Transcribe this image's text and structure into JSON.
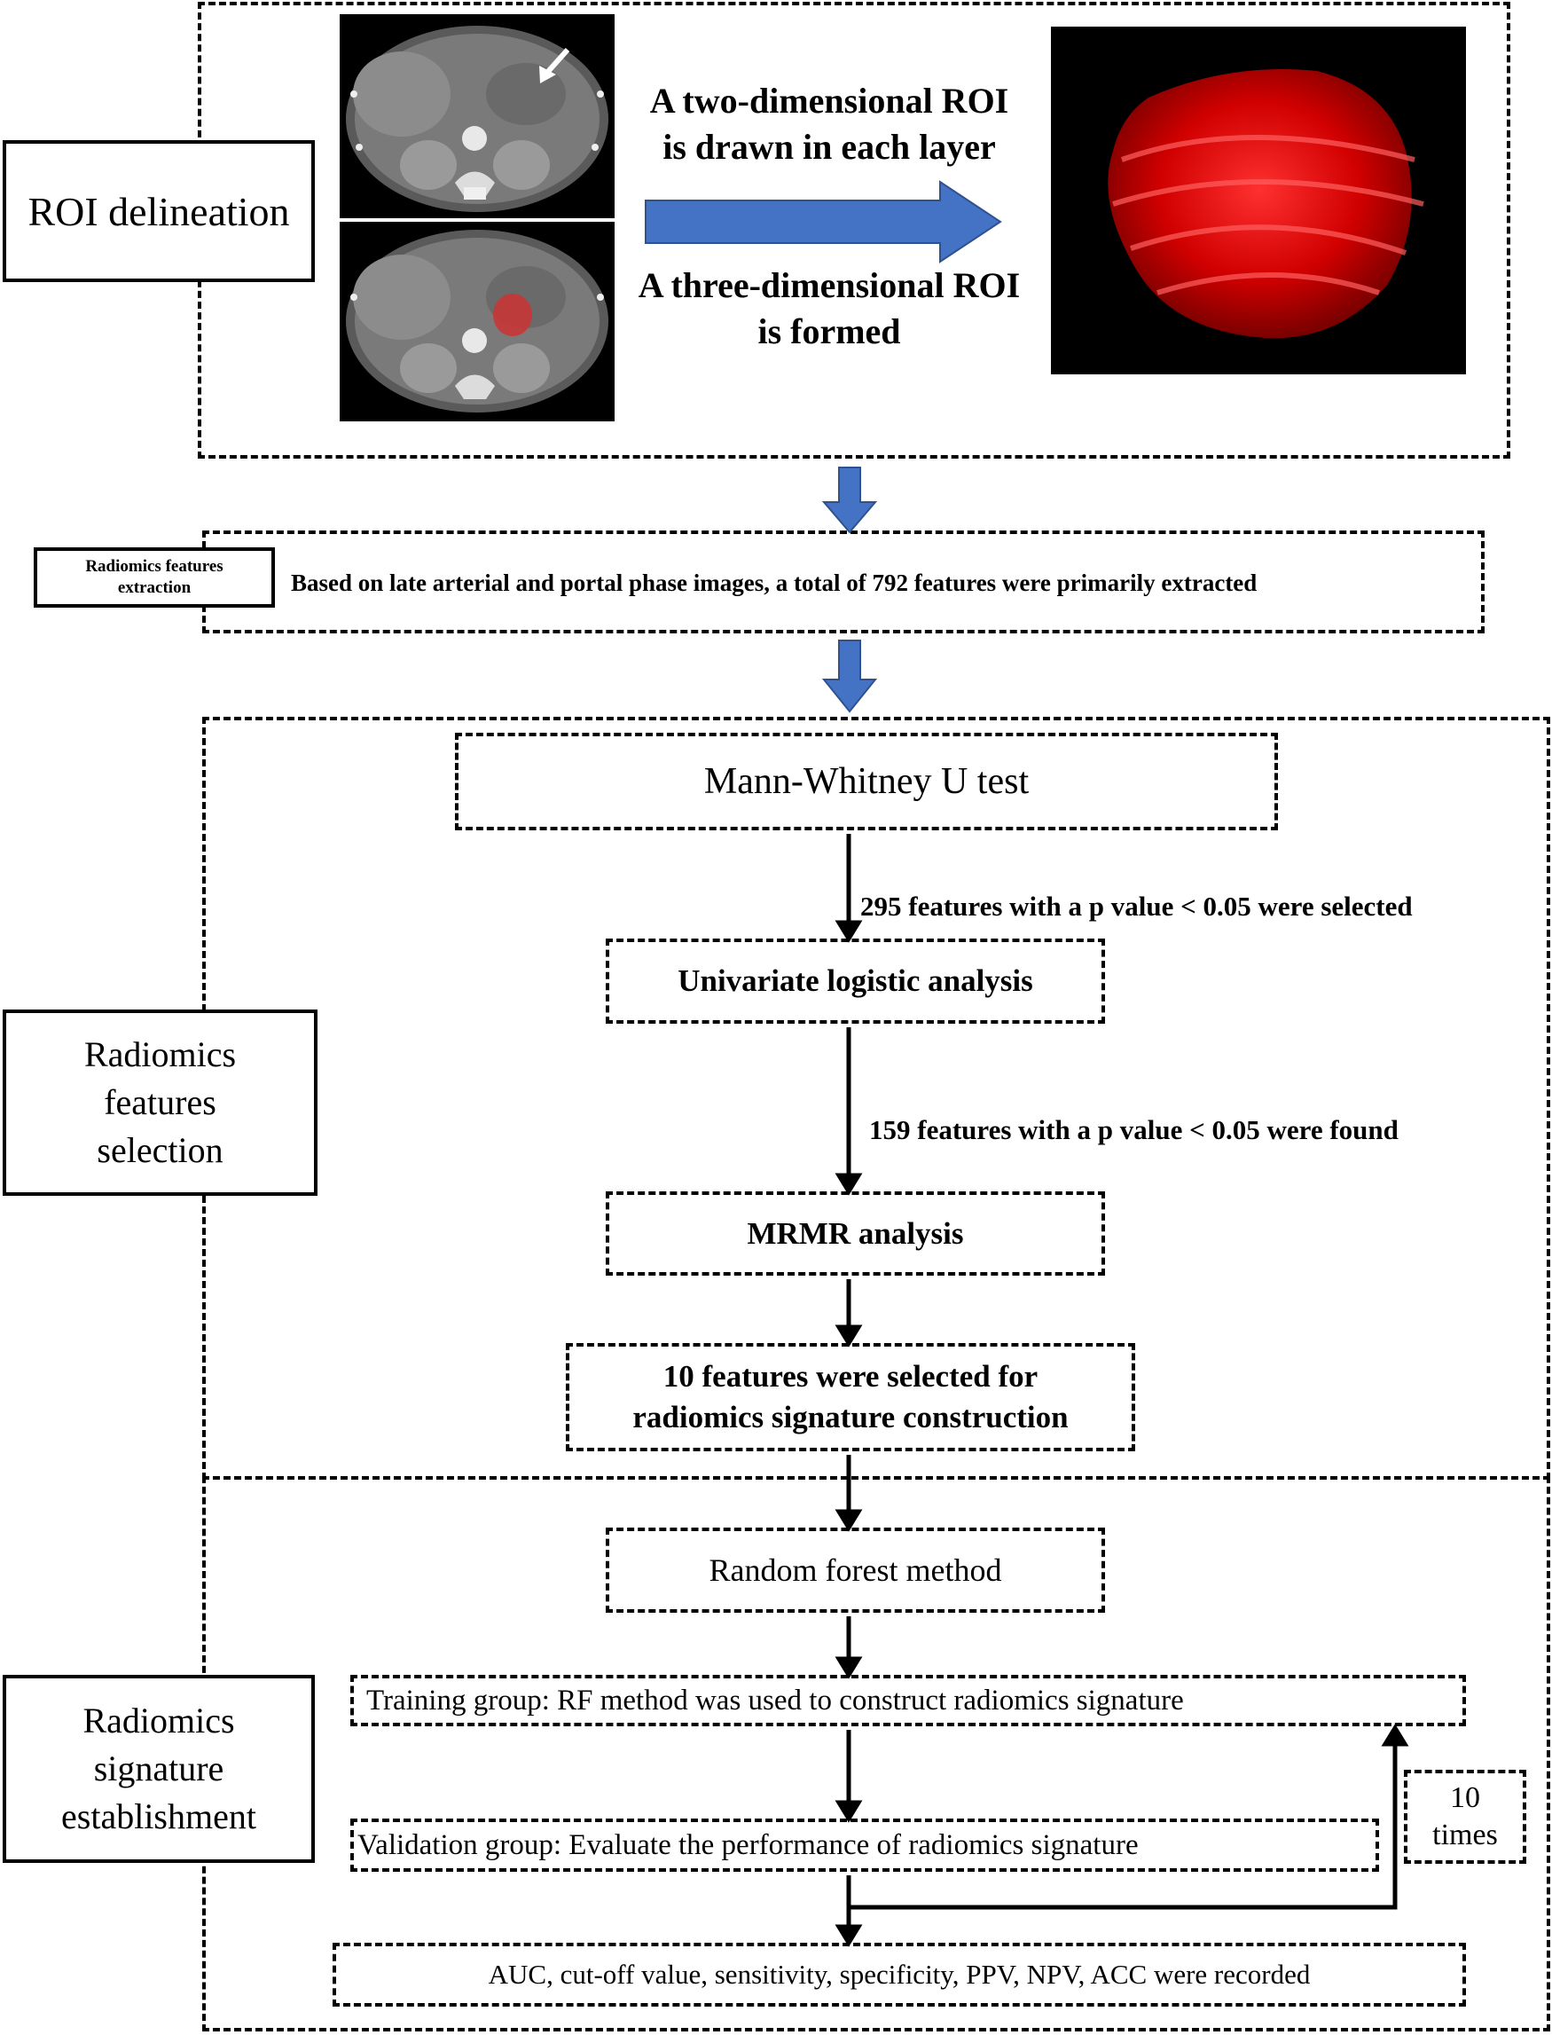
{
  "roi": {
    "label": "ROI delineation",
    "caption_top": [
      "A two-dimensional ROI",
      "is drawn in each layer"
    ],
    "caption_bottom": [
      "A three-dimensional ROI",
      "is formed"
    ]
  },
  "extraction": {
    "label": [
      "Radiomics features",
      "extraction"
    ],
    "text": "Based on late arterial and portal phase images, a total of 792 features were primarily extracted"
  },
  "selection": {
    "label": [
      "Radiomics",
      "features",
      "selection"
    ],
    "step1": "Mann-Whitney U test",
    "note1": "295 features with  a p value < 0.05 were selected",
    "step2": "Univariate logistic analysis",
    "note2": "159 features with  a p value < 0.05 were found",
    "step3": "MRMR analysis",
    "step4": [
      "10 features were selected for",
      "radiomics signature construction"
    ]
  },
  "signature": {
    "label": [
      "Radiomics",
      "signature",
      "establishment"
    ],
    "step1": "Random forest method",
    "step2": "Training group: RF method was used to construct radiomics signature",
    "step3": "Validation group: Evaluate the performance of radiomics signature",
    "loop": [
      "10",
      "times"
    ],
    "step4": "AUC, cut-off value, sensitivity,  specificity,  PPV, NPV, ACC were recorded"
  },
  "colors": {
    "arrow_blue": "#4472c4",
    "roi_red": "#e01010"
  }
}
